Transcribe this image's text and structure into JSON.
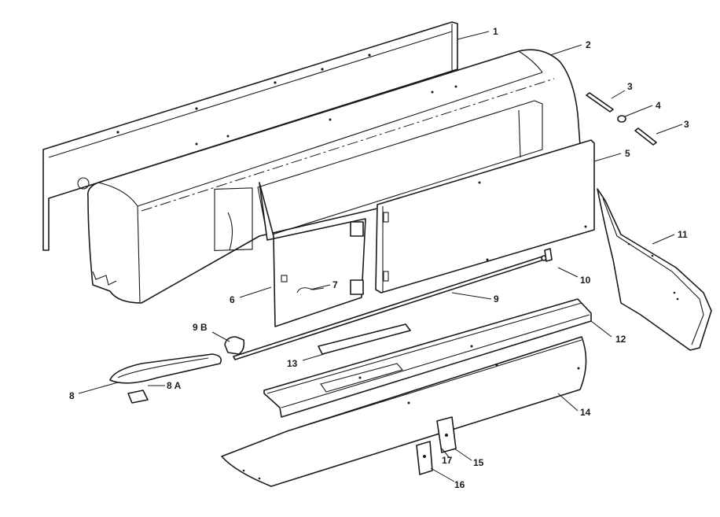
{
  "callouts": [
    {
      "key": "p1",
      "label": "1"
    },
    {
      "key": "p2",
      "label": "2"
    },
    {
      "key": "p3a",
      "label": "3"
    },
    {
      "key": "p4",
      "label": "4"
    },
    {
      "key": "p3b",
      "label": "3"
    },
    {
      "key": "p5",
      "label": "5"
    },
    {
      "key": "p11",
      "label": "11"
    },
    {
      "key": "p10",
      "label": "10"
    },
    {
      "key": "p7",
      "label": "7"
    },
    {
      "key": "p6",
      "label": "6"
    },
    {
      "key": "p9",
      "label": "9"
    },
    {
      "key": "p9b",
      "label": "9 B"
    },
    {
      "key": "p12",
      "label": "12"
    },
    {
      "key": "p13",
      "label": "13"
    },
    {
      "key": "p8",
      "label": "8"
    },
    {
      "key": "p8a",
      "label": "8 A"
    },
    {
      "key": "p14",
      "label": "14"
    },
    {
      "key": "p17",
      "label": "17"
    },
    {
      "key": "p15",
      "label": "15"
    },
    {
      "key": "p16",
      "label": "16"
    }
  ]
}
